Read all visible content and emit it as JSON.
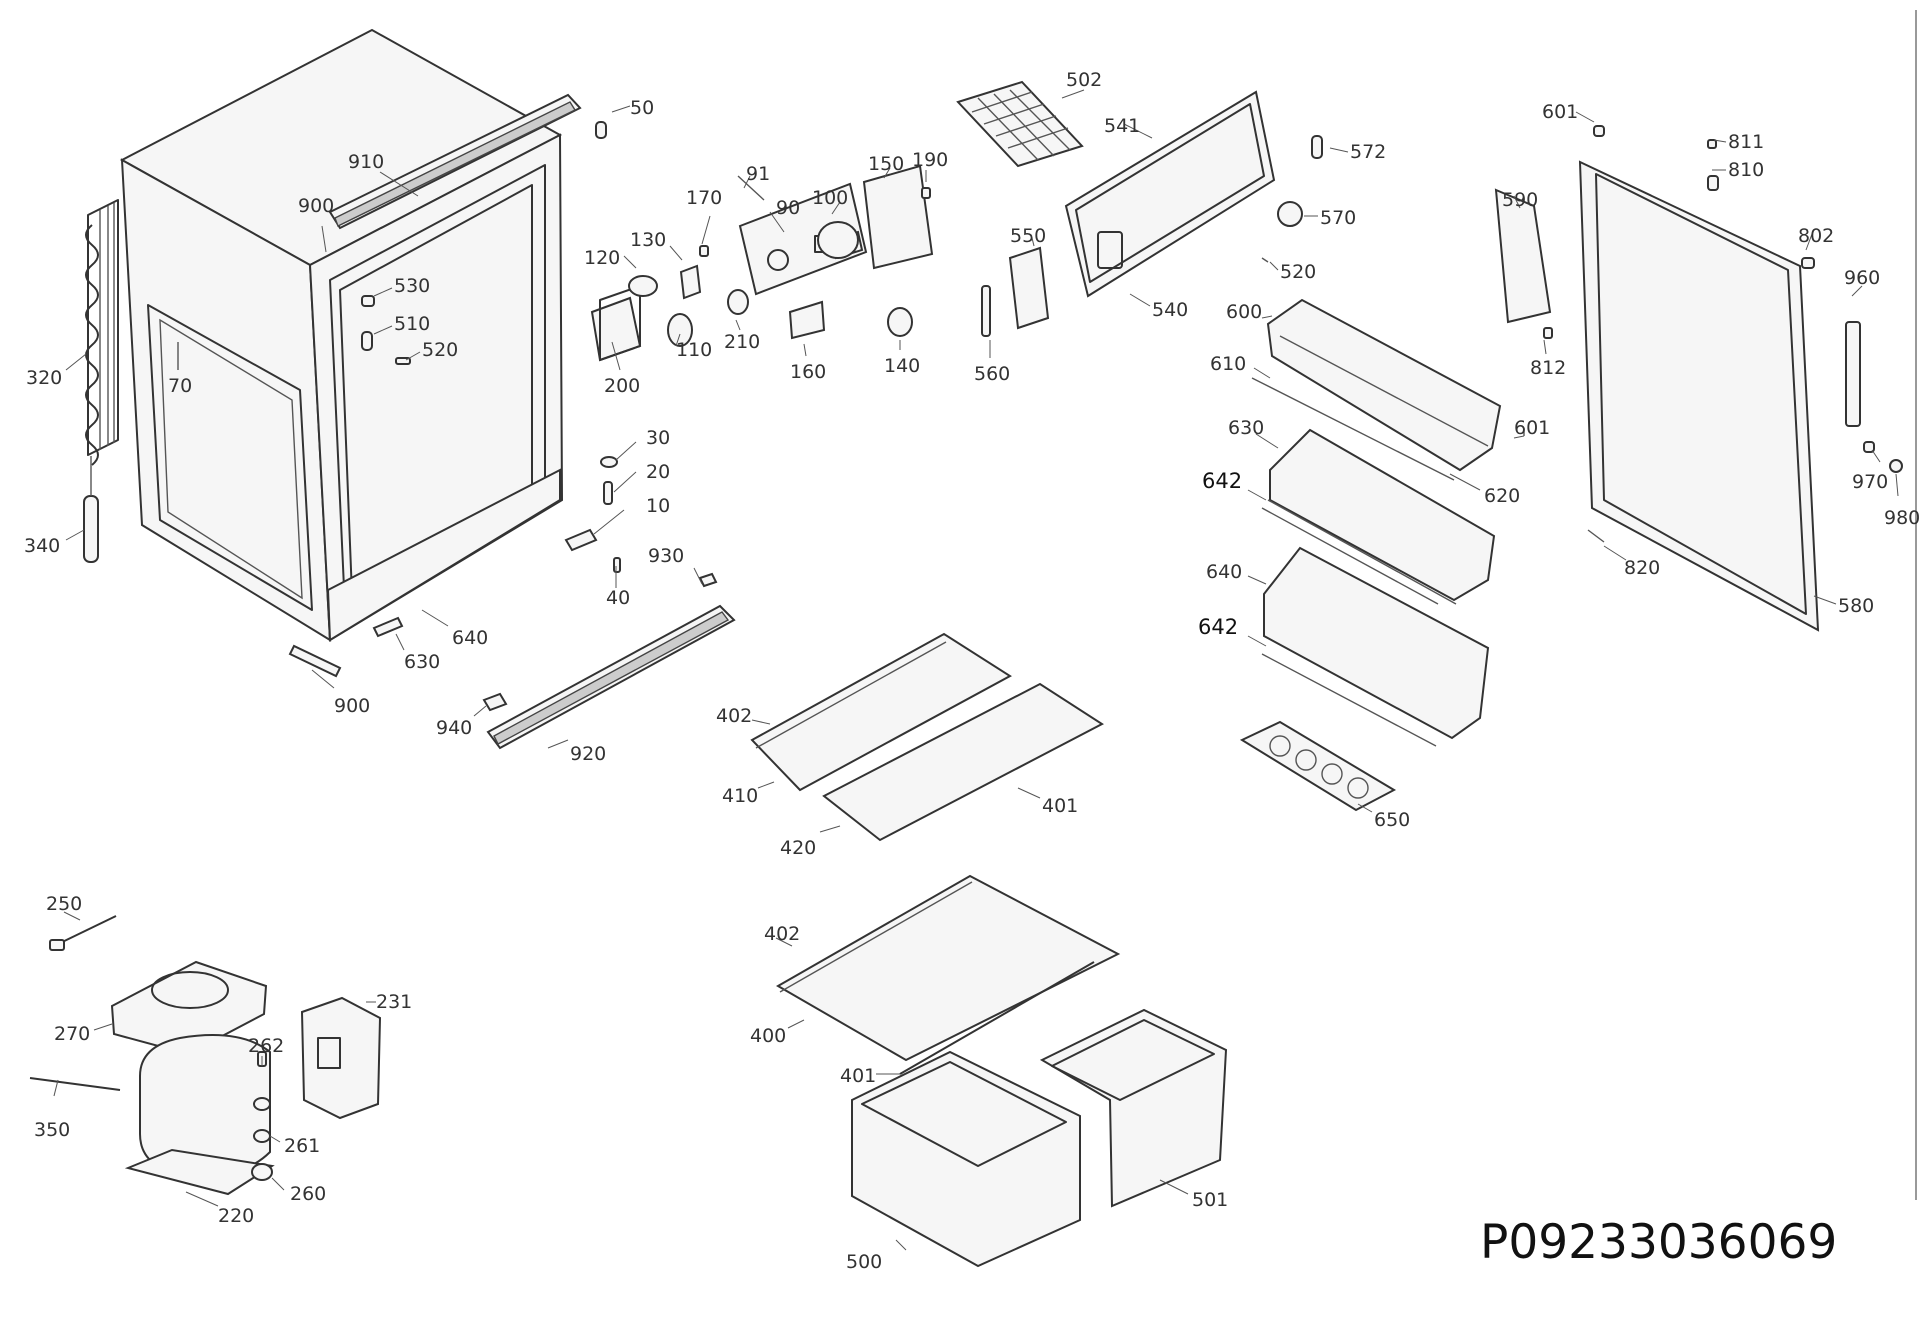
{
  "document_id": "P09233036069",
  "part_labels": [
    {
      "id": "910",
      "text": "910"
    },
    {
      "id": "50",
      "text": "50"
    },
    {
      "id": "900a",
      "text": "900"
    },
    {
      "id": "530",
      "text": "530"
    },
    {
      "id": "510",
      "text": "510"
    },
    {
      "id": "520a",
      "text": "520"
    },
    {
      "id": "320",
      "text": "320"
    },
    {
      "id": "70",
      "text": "70"
    },
    {
      "id": "340",
      "text": "340"
    },
    {
      "id": "30",
      "text": "30"
    },
    {
      "id": "20",
      "text": "20"
    },
    {
      "id": "10",
      "text": "10"
    },
    {
      "id": "40",
      "text": "40"
    },
    {
      "id": "930",
      "text": "930"
    },
    {
      "id": "640a",
      "text": "640"
    },
    {
      "id": "630a",
      "text": "630"
    },
    {
      "id": "900b",
      "text": "900"
    },
    {
      "id": "940",
      "text": "940"
    },
    {
      "id": "920",
      "text": "920"
    },
    {
      "id": "170",
      "text": "170"
    },
    {
      "id": "91",
      "text": "91"
    },
    {
      "id": "90",
      "text": "90"
    },
    {
      "id": "100",
      "text": "100"
    },
    {
      "id": "150",
      "text": "150"
    },
    {
      "id": "190",
      "text": "190"
    },
    {
      "id": "120",
      "text": "120"
    },
    {
      "id": "130",
      "text": "130"
    },
    {
      "id": "110",
      "text": "110"
    },
    {
      "id": "210",
      "text": "210"
    },
    {
      "id": "160",
      "text": "160"
    },
    {
      "id": "140",
      "text": "140"
    },
    {
      "id": "200",
      "text": "200"
    },
    {
      "id": "502",
      "text": "502"
    },
    {
      "id": "541",
      "text": "541"
    },
    {
      "id": "572",
      "text": "572"
    },
    {
      "id": "570",
      "text": "570"
    },
    {
      "id": "520b",
      "text": "520"
    },
    {
      "id": "550",
      "text": "550"
    },
    {
      "id": "540",
      "text": "540"
    },
    {
      "id": "560",
      "text": "560"
    },
    {
      "id": "600",
      "text": "600"
    },
    {
      "id": "610",
      "text": "610"
    },
    {
      "id": "601a",
      "text": "601"
    },
    {
      "id": "620",
      "text": "620"
    },
    {
      "id": "630b",
      "text": "630"
    },
    {
      "id": "642a",
      "text": "642"
    },
    {
      "id": "640b",
      "text": "640"
    },
    {
      "id": "642b",
      "text": "642"
    },
    {
      "id": "650",
      "text": "650"
    },
    {
      "id": "601b",
      "text": "601"
    },
    {
      "id": "811",
      "text": "811"
    },
    {
      "id": "810",
      "text": "810"
    },
    {
      "id": "590",
      "text": "590"
    },
    {
      "id": "802",
      "text": "802"
    },
    {
      "id": "960",
      "text": "960"
    },
    {
      "id": "812",
      "text": "812"
    },
    {
      "id": "970",
      "text": "970"
    },
    {
      "id": "980",
      "text": "980"
    },
    {
      "id": "820",
      "text": "820"
    },
    {
      "id": "580",
      "text": "580"
    },
    {
      "id": "402a",
      "text": "402"
    },
    {
      "id": "410",
      "text": "410"
    },
    {
      "id": "401a",
      "text": "401"
    },
    {
      "id": "420",
      "text": "420"
    },
    {
      "id": "402b",
      "text": "402"
    },
    {
      "id": "400",
      "text": "400"
    },
    {
      "id": "401b",
      "text": "401"
    },
    {
      "id": "500",
      "text": "500"
    },
    {
      "id": "501",
      "text": "501"
    },
    {
      "id": "250",
      "text": "250"
    },
    {
      "id": "270",
      "text": "270"
    },
    {
      "id": "231",
      "text": "231"
    },
    {
      "id": "262",
      "text": "262"
    },
    {
      "id": "350",
      "text": "350"
    },
    {
      "id": "261",
      "text": "261"
    },
    {
      "id": "260",
      "text": "260"
    },
    {
      "id": "220",
      "text": "220"
    }
  ]
}
